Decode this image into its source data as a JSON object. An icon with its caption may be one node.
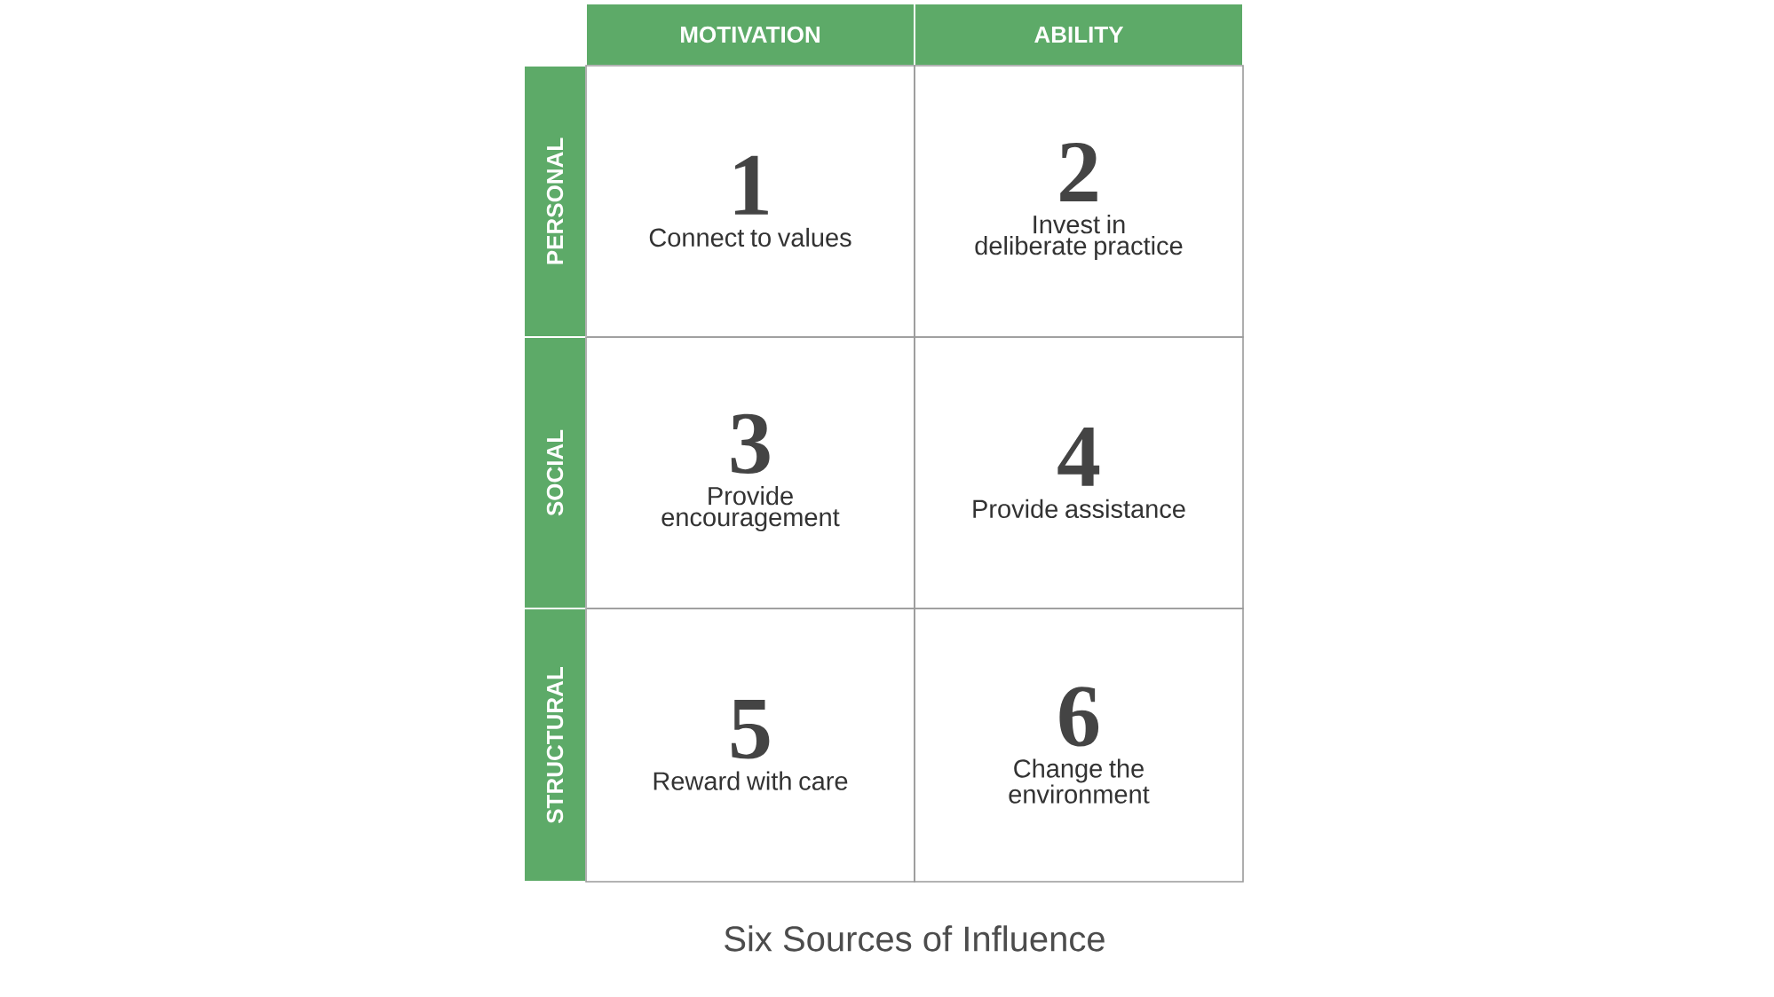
{
  "diagram": {
    "caption": "Six Sources of Influence",
    "nodes": [
      {
        "text": [
          "MOTIVATION"
        ]
      },
      {
        "text": [
          "ABILITY"
        ]
      },
      {
        "text": [
          "PERSONAL"
        ]
      },
      {
        "text": [
          "1",
          "Connect to values"
        ]
      },
      {
        "text": [
          "2",
          "Invest in deliberate practice"
        ]
      },
      {
        "text": [
          "SOCIAL"
        ]
      },
      {
        "text": [
          "3",
          "Provide encouragement"
        ]
      },
      {
        "text": [
          "4",
          "Provide assistance"
        ]
      },
      {
        "text": [
          "STRUCTURAL"
        ]
      },
      {
        "text": [
          "5",
          "Reward with care"
        ]
      },
      {
        "text": [
          "6",
          "Change the environment"
        ]
      }
    ]
  }
}
